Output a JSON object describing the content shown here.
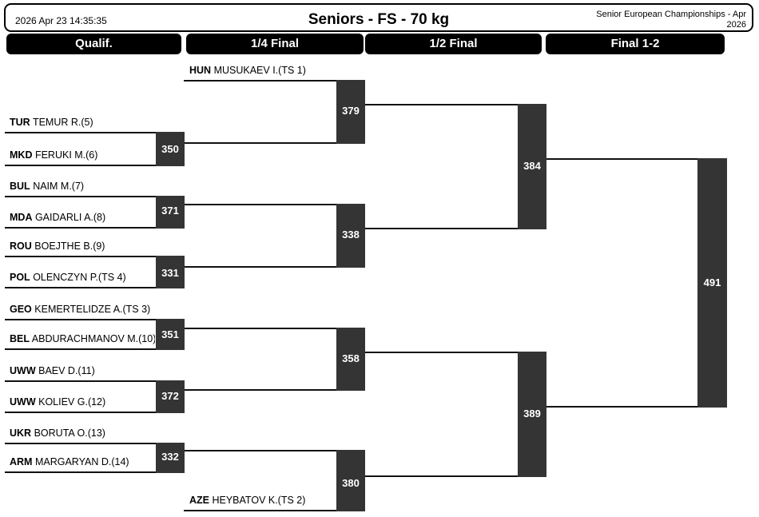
{
  "header": {
    "timestamp": "2026 Apr 23 14:35:35",
    "title": "Seniors - FS - 70 kg",
    "event": "Senior European Championships - Apr 2026"
  },
  "columns": [
    {
      "label": "Qualif."
    },
    {
      "label": "1/4 Final"
    },
    {
      "label": "1/2 Final"
    },
    {
      "label": "Final 1-2"
    }
  ],
  "bracket": {
    "entries": [
      {
        "country": "HUN",
        "name": "MUSUKAEV I.(TS 1)"
      },
      {
        "country": "TUR",
        "name": "TEMUR R.(5)"
      },
      {
        "country": "MKD",
        "name": "FERUKI M.(6)"
      },
      {
        "country": "BUL",
        "name": "NAIM M.(7)"
      },
      {
        "country": "MDA",
        "name": "GAIDARLI A.(8)"
      },
      {
        "country": "ROU",
        "name": "BOEJTHE B.(9)"
      },
      {
        "country": "POL",
        "name": "OLENCZYN P.(TS 4)"
      },
      {
        "country": "GEO",
        "name": "KEMERTELIDZE A.(TS 3)"
      },
      {
        "country": "BEL",
        "name": "ABDURACHMANOV M.(10)"
      },
      {
        "country": "UWW",
        "name": "BAEV D.(11)"
      },
      {
        "country": "UWW",
        "name": "KOLIEV G.(12)"
      },
      {
        "country": "UKR",
        "name": "BORUTA O.(13)"
      },
      {
        "country": "ARM",
        "name": "MARGARYAN D.(14)"
      },
      {
        "country": "AZE",
        "name": "HEYBATOV K.(TS 2)"
      }
    ],
    "matches": {
      "qualif": [
        "350",
        "371",
        "331",
        "351",
        "372",
        "332"
      ],
      "quarter": [
        "379",
        "338",
        "358",
        "380"
      ],
      "semi": [
        "384",
        "389"
      ],
      "final": [
        "491"
      ]
    }
  },
  "colors": {
    "match_box": "#343434",
    "line": "#111111",
    "round_bar": "#000000"
  }
}
